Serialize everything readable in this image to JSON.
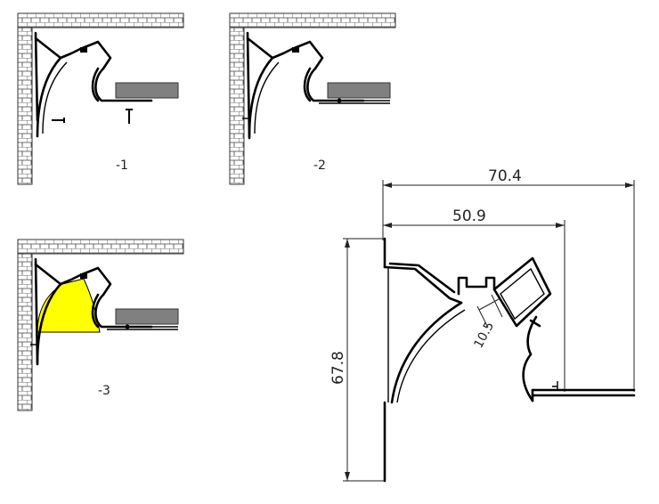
{
  "steps": [
    {
      "label": "-1"
    },
    {
      "label": "-2"
    },
    {
      "label": "-3"
    }
  ],
  "dimensions": {
    "width_total": "70.4",
    "width_inner": "50.9",
    "height": "67.8",
    "led_slot": "10.5"
  },
  "colors": {
    "light_fill": "#ffff00",
    "shelf": "#808080",
    "line": "#000000"
  }
}
